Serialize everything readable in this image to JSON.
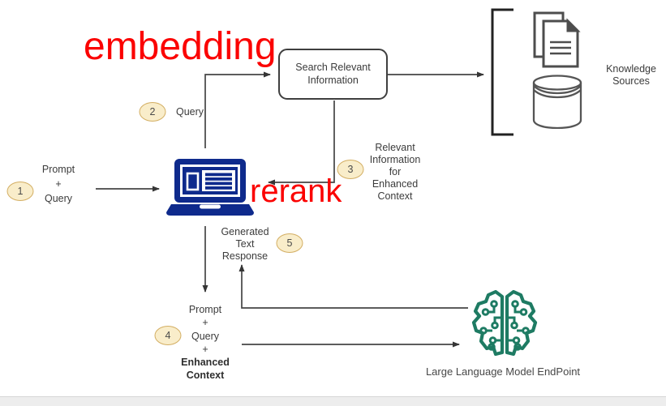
{
  "colors": {
    "accent_red": "#fb0201",
    "laptop_blue": "#0e2a8c",
    "brain_green": "#1e7b63",
    "badge_fill": "#f9edca",
    "badge_border": "#d3ae62",
    "line": "#454545",
    "text": "#3b3b3b"
  },
  "annotations": {
    "embedding": "embedding",
    "rerank": "rerank"
  },
  "search_box": {
    "lines": [
      "Search Relevant",
      "Information"
    ]
  },
  "knowledge": {
    "lines": [
      "Knowledge",
      "Sources"
    ]
  },
  "llm": {
    "label": "Large Language Model EndPoint"
  },
  "steps": [
    {
      "num": "1",
      "lines": [
        "Prompt",
        "+",
        "Query"
      ]
    },
    {
      "num": "2",
      "lines": [
        "Query"
      ]
    },
    {
      "num": "3",
      "lines": [
        "Relevant",
        "Information",
        "for",
        "Enhanced",
        "Context"
      ]
    },
    {
      "num": "4",
      "lines": [
        "Prompt",
        "+",
        "Query",
        "+",
        "Enhanced",
        "Context"
      ]
    },
    {
      "num": "5",
      "lines": [
        "Generated",
        "Text",
        "Response"
      ]
    }
  ],
  "icons": {
    "laptop": "laptop-icon",
    "documents": "documents-icon",
    "database": "database-icon",
    "brain": "brain-circuit-icon"
  }
}
